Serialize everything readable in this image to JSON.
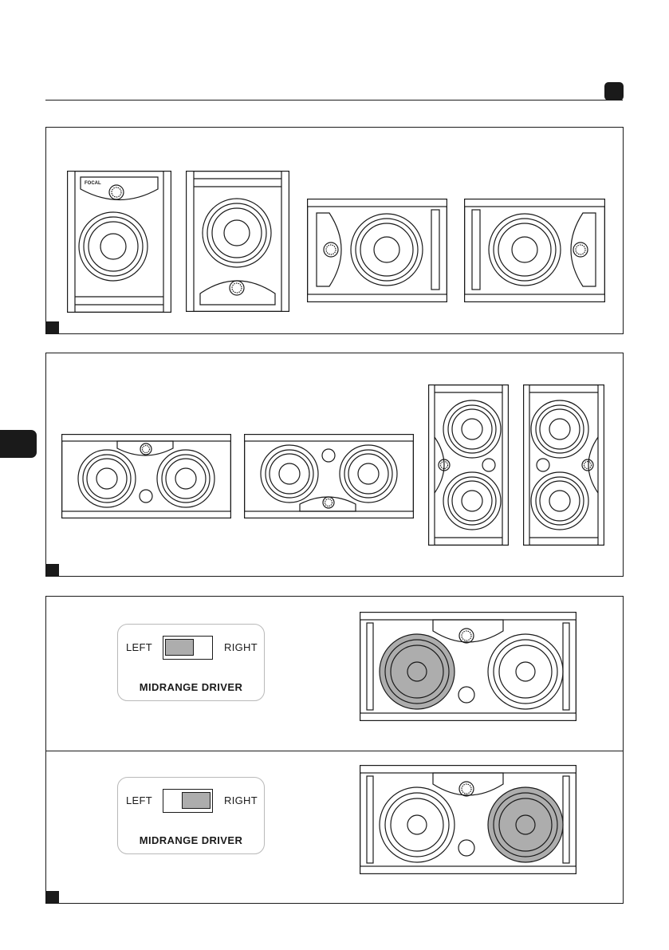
{
  "switch_top": {
    "left_label": "LEFT",
    "right_label": "RIGHT",
    "title": "MIDRANGE DRIVER",
    "position": "left"
  },
  "switch_bottom": {
    "left_label": "LEFT",
    "right_label": "RIGHT",
    "title": "MIDRANGE DRIVER",
    "position": "right"
  },
  "colors": {
    "ink": "#1a1a1a",
    "highlight": "#adadad",
    "card_border": "#b9b9b9"
  },
  "icons": [
    "focal-logo-icon",
    "tweeter-grille-icon",
    "woofer-icon"
  ]
}
